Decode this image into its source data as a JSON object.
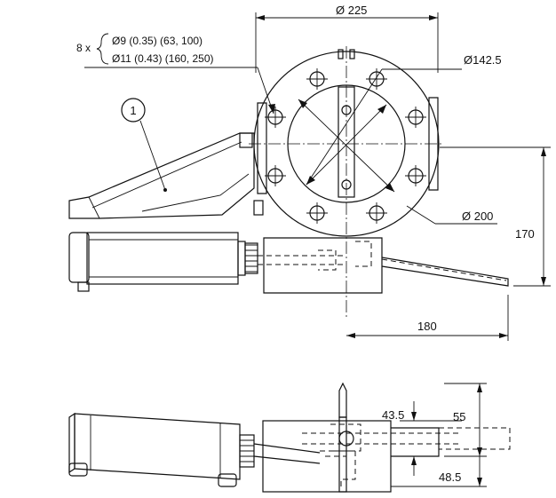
{
  "dimensions": {
    "bolt_circle_outer_dia": "Ø 225",
    "bolt_circle_inner_dia": "Ø142.5",
    "flange_dia": "Ø 200",
    "height": "170",
    "width": "180",
    "side_offset_top": "43.5",
    "side_height": "55",
    "side_offset_bottom": "48.5"
  },
  "bolt_note": {
    "multiplier": "8 x",
    "line1": "Ø9 (0.35) (63, 100)",
    "line2": "Ø11 (0.43) (160, 250)"
  },
  "callout": {
    "number": "1"
  }
}
